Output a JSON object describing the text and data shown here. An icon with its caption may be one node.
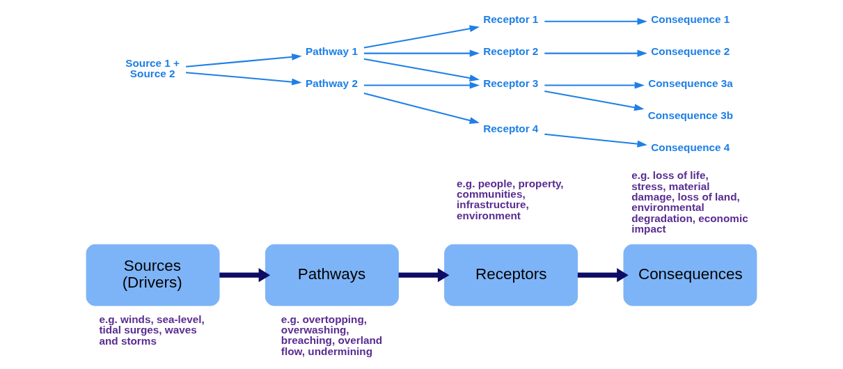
{
  "diagram": {
    "nodes": [
      {
        "text": [
          "Source 1 + Source 2"
        ]
      },
      {
        "text": [
          "Pathway 1"
        ]
      },
      {
        "text": [
          "Pathway 2"
        ]
      },
      {
        "text": [
          "Receptor 1"
        ]
      },
      {
        "text": [
          "Receptor 2"
        ]
      },
      {
        "text": [
          "Receptor 3"
        ]
      },
      {
        "text": [
          "Receptor 4"
        ]
      },
      {
        "text": [
          "Consequence 1"
        ]
      },
      {
        "text": [
          "Consequence 2"
        ]
      },
      {
        "text": [
          "Consequence 3a"
        ]
      },
      {
        "text": [
          "Consequence 3b"
        ]
      },
      {
        "text": [
          "Consequence 4"
        ]
      },
      {
        "text": [
          "Sources (Drivers)"
        ],
        "beside": [
          "e.g. winds, sea-level, tidal surges, waves and storms"
        ]
      },
      {
        "text": [
          "Pathways"
        ],
        "beside": [
          "e.g. overtopping, overwashing, breaching, overland flow, undermining"
        ]
      },
      {
        "text": [
          "Receptors"
        ],
        "beside": [
          "e.g. people, property, communities, infrastructure, environment"
        ]
      },
      {
        "text": [
          "Consequences"
        ],
        "beside": [
          "e.g. loss of life, stress, material damage, loss of land, environmental degradation, economic impact"
        ]
      }
    ],
    "edges": [
      {
        "from": 0,
        "to": 1,
        "arrow": "to"
      },
      {
        "from": 0,
        "to": 2,
        "arrow": "to"
      },
      {
        "from": 1,
        "to": 3,
        "arrow": "to"
      },
      {
        "from": 1,
        "to": 4,
        "arrow": "to"
      },
      {
        "from": 1,
        "to": 5,
        "arrow": "to"
      },
      {
        "from": 2,
        "to": 5,
        "arrow": "to"
      },
      {
        "from": 2,
        "to": 6,
        "arrow": "to"
      },
      {
        "from": 3,
        "to": 7,
        "arrow": "to"
      },
      {
        "from": 4,
        "to": 8,
        "arrow": "to"
      },
      {
        "from": 5,
        "to": 9,
        "arrow": "to"
      },
      {
        "from": 5,
        "to": 10,
        "arrow": "to"
      },
      {
        "from": 6,
        "to": 11,
        "arrow": "to"
      },
      {
        "from": 12,
        "to": 13,
        "arrow": "to",
        "style": "thick",
        "color": "#0d0d66"
      },
      {
        "from": 13,
        "to": 14,
        "arrow": "to",
        "style": "thick",
        "color": "#0d0d66"
      },
      {
        "from": 14,
        "to": 15,
        "arrow": "to",
        "style": "thick",
        "color": "#0d0d66"
      }
    ]
  }
}
